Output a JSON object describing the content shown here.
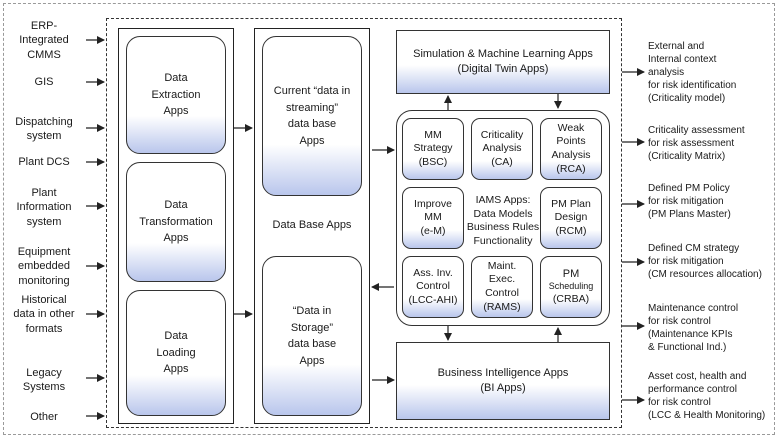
{
  "inputs": [
    {
      "label": "ERP-\nIntegrated\nCMMS"
    },
    {
      "label": "GIS"
    },
    {
      "label": "Dispatching\nsystem"
    },
    {
      "label": "Plant DCS"
    },
    {
      "label": "Plant\nInformation\nsystem"
    },
    {
      "label": "Equipment\nembedded\nmonitoring"
    },
    {
      "label": "Historical\ndata in other\nformats"
    },
    {
      "label": "Legacy\nSystems"
    },
    {
      "label": "Other"
    }
  ],
  "etl": {
    "extraction": "Data\nExtraction\nApps",
    "transformation": "Data\nTransformation\nApps",
    "loading": "Data\nLoading\nApps"
  },
  "database": {
    "streaming": "Current “data in\nstreaming”\ndata base\nApps",
    "label": "Data Base Apps",
    "storage": "“Data in\nStorage”\ndata base\nApps"
  },
  "simulation": "Simulation & Machine Learning Apps\n(Digital Twin Apps)",
  "iams": {
    "center": "IAMS Apps:\nData Models\nBusiness Rules\nFunctionality",
    "modules": {
      "mm_strategy": "MM\nStrategy\n(BSC)",
      "criticality": "Criticality\nAnalysis\n(CA)",
      "weak_points": "Weak\nPoints\nAnalysis\n(RCA)",
      "improve_mm": "Improve\nMM\n(e-M)",
      "pm_plan": "PM Plan\nDesign\n(RCM)",
      "ass_inv": "Ass. Inv.\nControl\n(LCC-AHI)",
      "maint_exec": "Maint.\nExec.\nControl\n(RAMS)",
      "pm_scheduling_title": "PM",
      "pm_scheduling_sub": "Scheduling",
      "pm_scheduling_code": "(CRBA)"
    }
  },
  "bi": "Business Intelligence Apps\n(BI Apps)",
  "outputs": [
    {
      "label": "External and\nInternal context\nanalysis\nfor risk identification\n(Criticality model)"
    },
    {
      "label": "Criticality assessment\nfor risk assessment\n(Criticality Matrix)"
    },
    {
      "label": "Defined PM Policy\nfor risk mitigation\n(PM Plans Master)"
    },
    {
      "label": "Defined CM strategy\nfor risk mitigation\n(CM resources allocation)"
    },
    {
      "label": "Maintenance control\nfor risk control\n(Maintenance KPIs\n& Functional Ind.)"
    },
    {
      "label": "Asset cost, health and\nperformance control\nfor risk control\n(LCC & Health Monitoring)"
    }
  ]
}
